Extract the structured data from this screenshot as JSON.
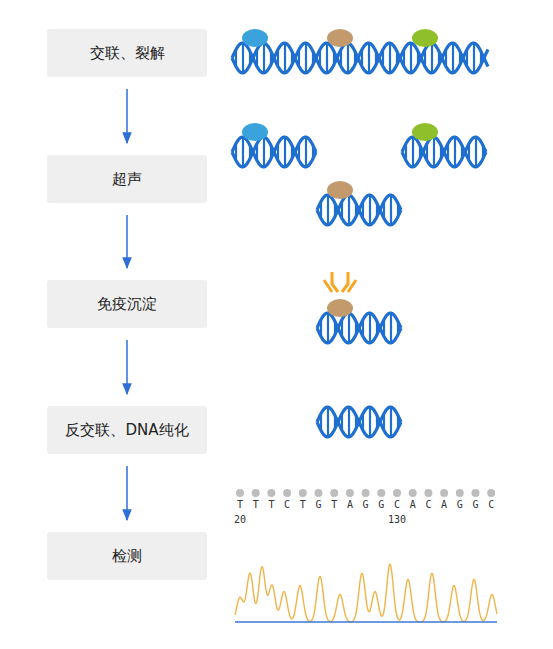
{
  "diagram": {
    "nodes": [
      {
        "text": [
          "交联、裂解"
        ]
      },
      {
        "text": [
          "超声"
        ]
      },
      {
        "text": [
          "免疫沉淀"
        ]
      },
      {
        "text": [
          "反交联、DNA纯化"
        ]
      },
      {
        "text": [
          "检测"
        ]
      }
    ],
    "edges": [
      {
        "from": 0,
        "to": 1,
        "arrow": "to"
      },
      {
        "from": 1,
        "to": 2,
        "arrow": "to"
      },
      {
        "from": 2,
        "to": 3,
        "arrow": "to"
      },
      {
        "from": 3,
        "to": 4,
        "arrow": "to"
      }
    ],
    "labels": [
      "T",
      "T",
      "T",
      "C",
      "T",
      "G",
      "T",
      "A",
      "G",
      "G",
      "C",
      "A",
      "C",
      "A",
      "G",
      "G",
      "C",
      "20",
      "130"
    ]
  }
}
